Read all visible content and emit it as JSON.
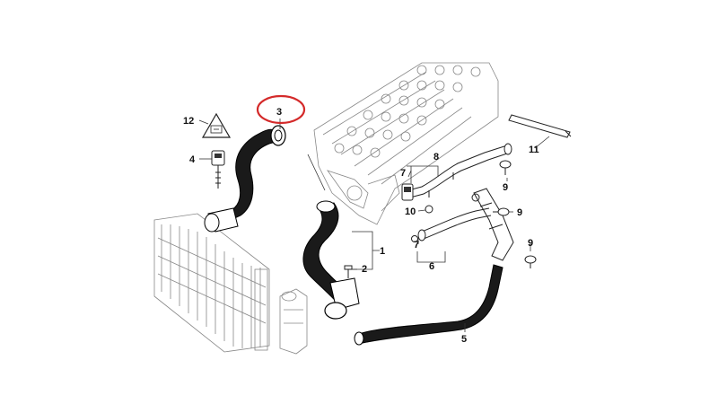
{
  "callouts": {
    "c1": "1",
    "c2": "2",
    "c3": "3",
    "c4": "4",
    "c5": "5",
    "c6": "6",
    "c7a": "7",
    "c7b": "7",
    "c8": "8",
    "c9a": "9",
    "c9b": "9",
    "c9c": "9",
    "c10": "10",
    "c11": "11",
    "c12": "12"
  },
  "highlight_color": "#d42a2a",
  "hose_color": "#1a1a1a"
}
